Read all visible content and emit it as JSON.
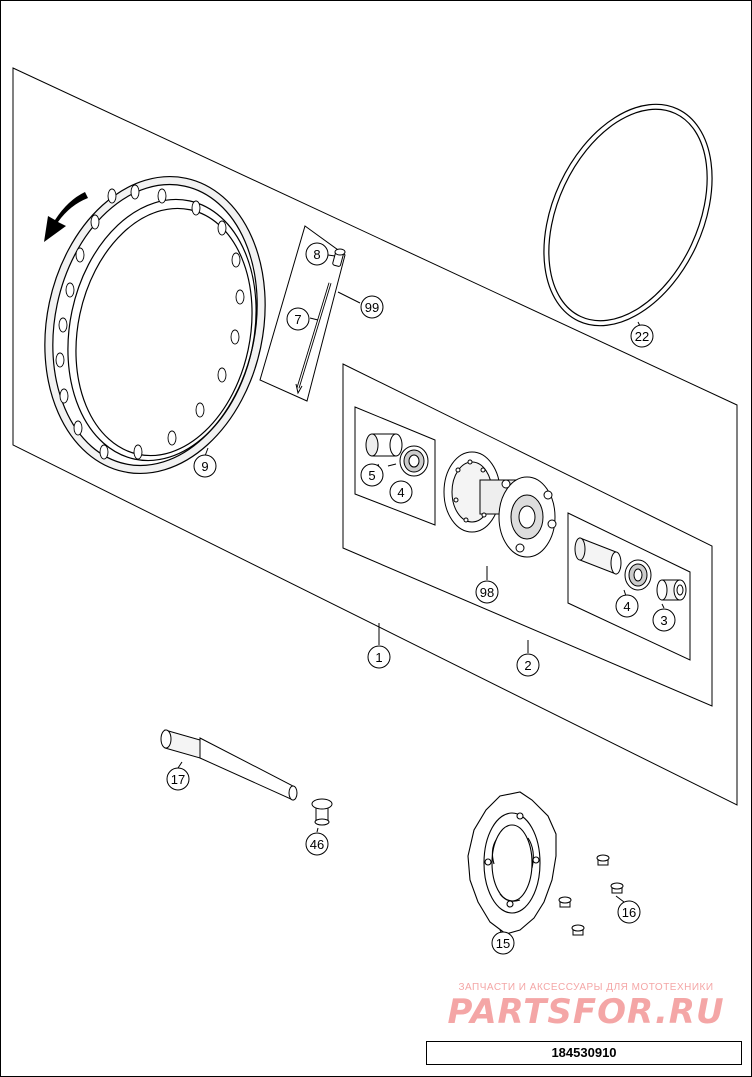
{
  "diagram": {
    "callouts": {
      "c1": "1",
      "c2": "2",
      "c3": "3",
      "c4a": "4",
      "c4b": "4",
      "c5": "5",
      "c7": "7",
      "c8": "8",
      "c9": "9",
      "c15": "15",
      "c16": "16",
      "c17": "17",
      "c22": "22",
      "c46": "46",
      "c98": "98",
      "c99": "99"
    },
    "part_number": "184530910"
  },
  "watermark": {
    "tagline": "ЗАПЧАСТИ И АКСЕССУАРЫ ДЛЯ МОТОТЕХНИКИ",
    "logo_left": "PARTS",
    "logo_right": "FOR",
    "logo_dot": ".",
    "logo_tld": "RU"
  },
  "colors": {
    "line": "#000000",
    "watermark": "#f4a6a6",
    "rim_fill": "#f2f2f2"
  }
}
